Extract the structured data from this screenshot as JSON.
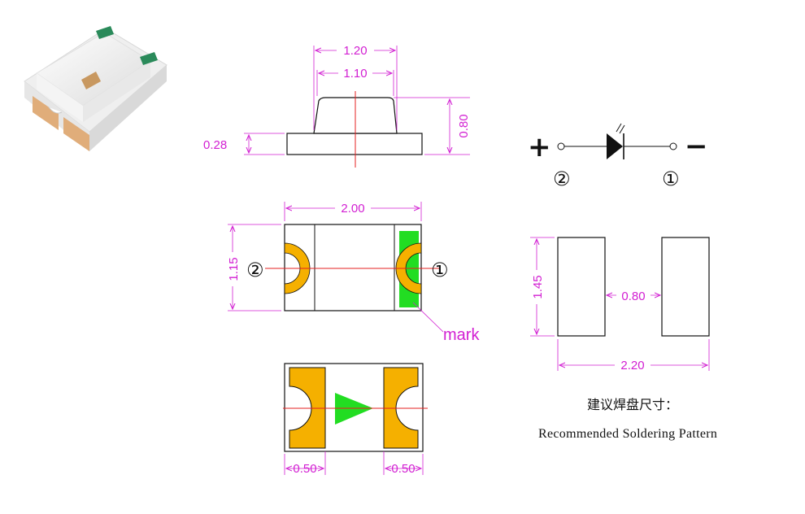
{
  "side_view": {
    "top_width": "1.20",
    "body_width": "1.10",
    "base_height": "0.28",
    "total_height": "0.80"
  },
  "top_view": {
    "length": "2.00",
    "width": "1.15",
    "pin_left": "②",
    "pin_right": "①",
    "mark_label": "mark"
  },
  "bottom_view": {
    "pad_left": "0.50",
    "pad_right": "0.50"
  },
  "schematic": {
    "plus": "+",
    "minus": "−",
    "pin_anode": "②",
    "pin_cathode": "①"
  },
  "pad_pattern": {
    "pad_height": "1.45",
    "gap": "0.80",
    "overall": "2.20",
    "caption_cn": "建议焊盘尺寸：",
    "caption_en": "Recommended Soldering Pattern"
  },
  "colors": {
    "dimension": "#d21fd2",
    "centerline": "#e52020",
    "pad": "#f5b000",
    "mark": "#22dd22",
    "outline": "#111111"
  }
}
